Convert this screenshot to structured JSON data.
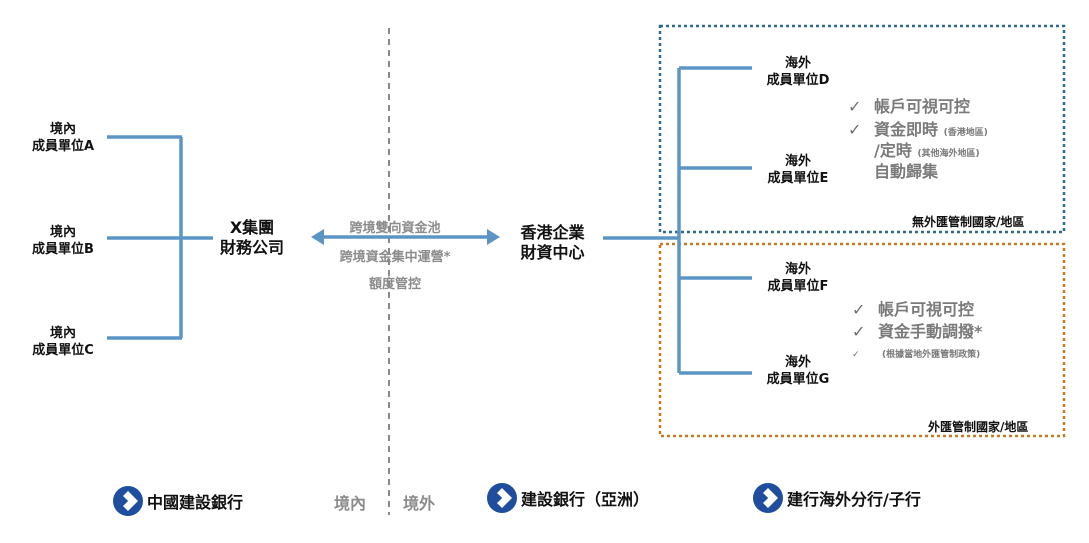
{
  "domestic_units": [
    {
      "line1": "境內",
      "line2": "成員單位A"
    },
    {
      "line1": "境內",
      "line2": "成員單位B"
    },
    {
      "line1": "境內",
      "line2": "成員單位C"
    }
  ],
  "left_hub": {
    "line1": "X集團",
    "line2": "財務公司"
  },
  "middle": {
    "line1": "跨境雙向資金池",
    "line2": "跨境資金集中運營*",
    "line3": "額度管控"
  },
  "right_hub": {
    "line1": "香港企業",
    "line2": "財資中心"
  },
  "overseas_units": [
    {
      "line1": "海外",
      "line2": "成員單位D"
    },
    {
      "line1": "海外",
      "line2": "成員單位E"
    },
    {
      "line1": "海外",
      "line2": "成員單位F"
    },
    {
      "line1": "海外",
      "line2": "成員單位G"
    }
  ],
  "no_control": {
    "check_mark": "✓",
    "item1": "帳戶可視可控",
    "item2": "資金即時",
    "item2_note": "(香港地區)",
    "item3": "/定時",
    "item3_note": "(其他海外地區)",
    "item4": "自動歸集",
    "region_label": "無外匯管制國家/地區"
  },
  "with_control": {
    "check_mark": "✓",
    "item1": "帳戶可視可控",
    "item2": "資金手動調撥*",
    "item3_note": "(根據當地外匯管制政策)",
    "region_label": "外匯管制國家/地區"
  },
  "bottom": {
    "brand1": "中國建設銀行",
    "domestic": "境內",
    "overseas": "境外",
    "brand2": "建設銀行（亞洲）",
    "brand3": "建行海外分行/子行"
  },
  "colors": {
    "line_blue": "#5b95c6",
    "dotted_blue": "#2e6a8c",
    "dotted_orange": "#c77a1e",
    "logo_blue": "#1f4e9e",
    "gray_text": "#8c8c8c"
  },
  "icons": {
    "logo": "ccb-logo-icon",
    "check": "check-icon"
  }
}
